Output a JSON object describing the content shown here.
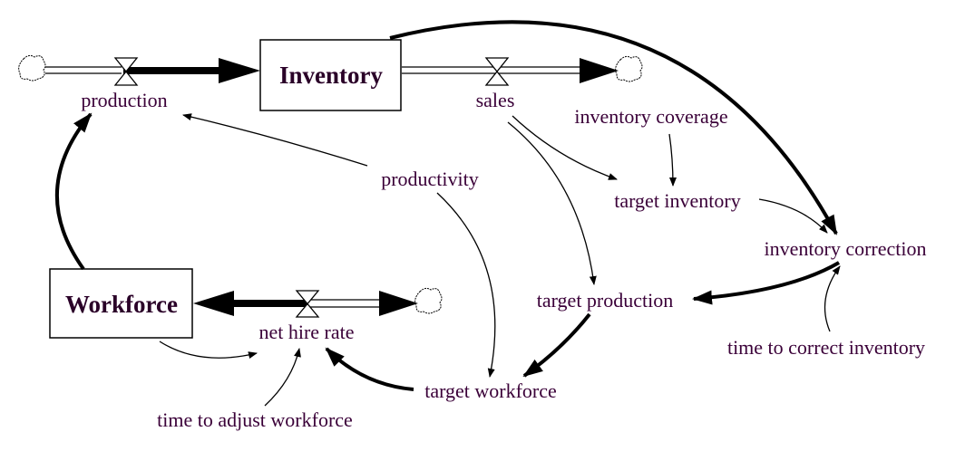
{
  "stocks": {
    "inventory": "Inventory",
    "workforce": "Workforce"
  },
  "flows": {
    "production": "production",
    "sales": "sales",
    "net_hire_rate": "net hire rate"
  },
  "variables": {
    "productivity": "productivity",
    "inventory_coverage": "inventory coverage",
    "target_inventory": "target inventory",
    "inventory_correction": "inventory correction",
    "target_production": "target production",
    "time_to_correct_inventory": "time to correct inventory",
    "target_workforce": "target workforce",
    "time_to_adjust_workforce": "time to adjust workforce"
  },
  "colors": {
    "text": "#3a0038",
    "line": "#000000"
  }
}
